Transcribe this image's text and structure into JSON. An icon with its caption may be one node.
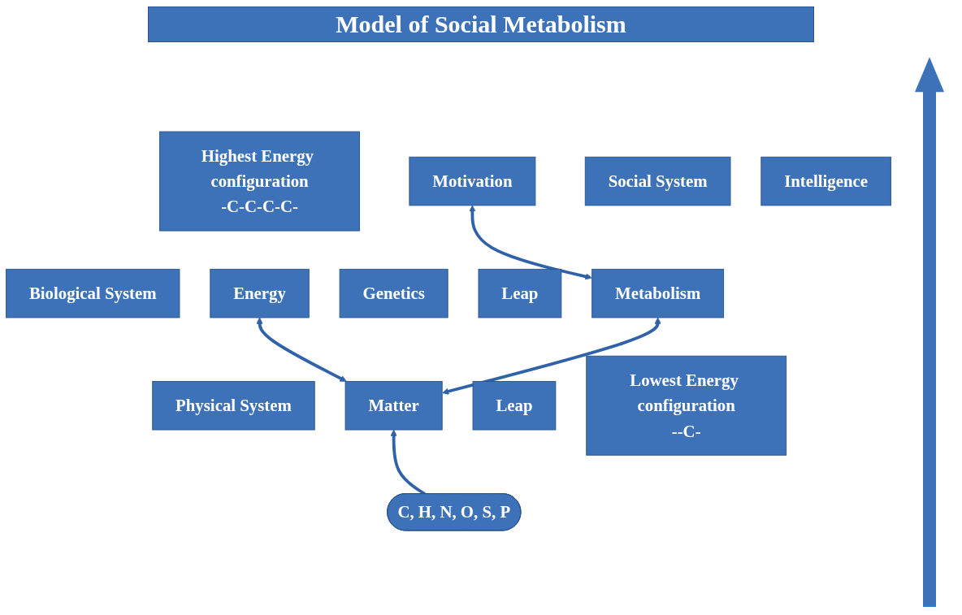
{
  "diagram": {
    "title": "Model of Social Metabolism",
    "nodes": [
      {
        "text": [
          "Social System"
        ]
      },
      {
        "text": [
          "Motivation"
        ]
      },
      {
        "text": [
          "Intelligence"
        ]
      },
      {
        "text": [
          "Leap"
        ]
      },
      {
        "text": [
          "Biological System"
        ]
      },
      {
        "text": [
          "Metabolism"
        ]
      },
      {
        "text": [
          "Genetics"
        ]
      },
      {
        "text": [
          "Leap"
        ]
      },
      {
        "text": [
          "Physical System"
        ]
      },
      {
        "text": [
          "Matter"
        ]
      },
      {
        "text": [
          "Energy"
        ]
      },
      {
        "text": [
          "C, H, N, O, S, P"
        ]
      },
      {
        "text": [
          "Highest Energy configuration",
          "-C-C-C-C-"
        ]
      },
      {
        "text": [
          "Lowest Energy configuration",
          "--C-"
        ]
      }
    ],
    "edges": [
      {
        "from": 11,
        "to": 9,
        "arrow": "to"
      },
      {
        "from": 9,
        "to": 10,
        "arrow": "both"
      },
      {
        "from": 9,
        "to": 5,
        "arrow": "both"
      },
      {
        "from": 5,
        "to": 1,
        "arrow": "both"
      }
    ]
  }
}
